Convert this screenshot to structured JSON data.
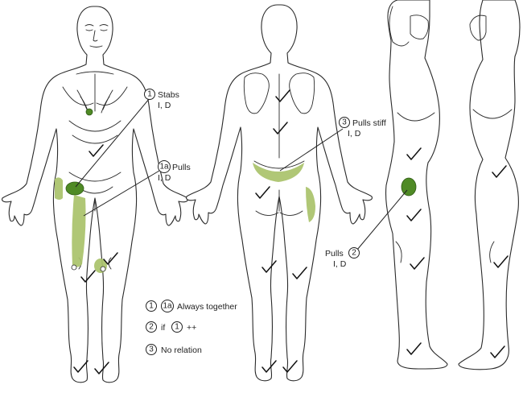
{
  "annotations": {
    "a1": {
      "num": "1",
      "label": "Stabs",
      "sub": "I, D"
    },
    "a1a": {
      "num": "1a",
      "label": "Pulls",
      "sub": "I, D"
    },
    "a3": {
      "num": "3",
      "label": "Pulls stiff",
      "sub": "I, D"
    },
    "a2": {
      "num": "2",
      "label": "Pulls",
      "sub": "I, D"
    }
  },
  "legend": {
    "row1": {
      "n1": "1",
      "n2": "1a",
      "text": "Always together"
    },
    "row2": {
      "n1": "2",
      "prefix": "if",
      "n2": "1",
      "suffix": "++"
    },
    "row3": {
      "n1": "3",
      "text": "No relation"
    }
  },
  "colors": {
    "pain_light": "#a9c26a",
    "pain_dark": "#4f8a25",
    "outline": "#2a2a2a"
  }
}
